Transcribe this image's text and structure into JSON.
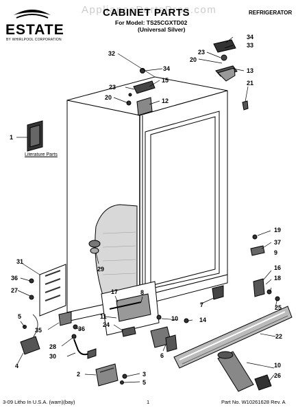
{
  "watermark": "AppliancePartsPros.com",
  "brand": {
    "name": "ESTATE",
    "sub": "BY WHIRLPOOL CORPORATION"
  },
  "header": {
    "title": "CABINET PARTS",
    "model_line": "For Model: TS25CGXTD02",
    "color_line": "(Universal Silver)",
    "category": "REFRIGERATOR"
  },
  "literature_label": "Literature Parts",
  "callouts": {
    "c34a": "34",
    "c33": "33",
    "c23a": "23",
    "c20a": "20",
    "c13": "13",
    "c21": "21",
    "c32": "32",
    "c34b": "34",
    "c15": "15",
    "c23b": "23",
    "c20b": "20",
    "c12": "12",
    "c1": "1",
    "c19": "19",
    "c37": "37",
    "c29": "29",
    "c31": "31",
    "c36a": "36",
    "c27": "27",
    "c16": "16",
    "c9": "9",
    "c18": "18",
    "c17": "17",
    "c8": "8",
    "c7": "7",
    "c25": "25",
    "c5a": "5",
    "c11": "11",
    "c10a": "10",
    "c14": "14",
    "c24": "24",
    "c35": "35",
    "c36b": "36",
    "c22": "22",
    "c28": "28",
    "c6": "6",
    "c4": "4",
    "c30": "30",
    "c10b": "10",
    "c26": "26",
    "c2": "2",
    "c3": "3",
    "c5b": "5"
  },
  "footer": {
    "left": "3-09 Litho In U.S.A. (wam)(bay)",
    "page": "1",
    "right": "Part No. W10261628 Rev. A"
  }
}
